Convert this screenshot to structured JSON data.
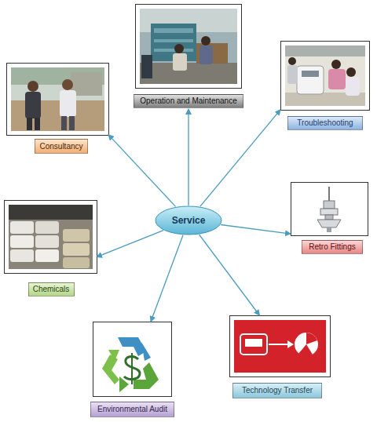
{
  "diagram": {
    "nodes": [
      {
        "text": [
          "Operation and Maintenance"
        ]
      },
      {
        "text": [
          "Troubleshooting"
        ]
      },
      {
        "text": [
          "Consultancy"
        ]
      },
      {
        "text": [
          "Service"
        ]
      },
      {
        "text": [
          "Retro Fittings"
        ]
      },
      {
        "text": [
          "Chemicals"
        ]
      },
      {
        "text": [
          "Technology Transfer"
        ]
      },
      {
        "text": [
          "Environmental Audit"
        ]
      }
    ],
    "edges": [
      {
        "from": 3,
        "to": 0,
        "arrow": "to"
      },
      {
        "from": 3,
        "to": 1,
        "arrow": "to"
      },
      {
        "from": 3,
        "to": 2,
        "arrow": "to"
      },
      {
        "from": 3,
        "to": 4,
        "arrow": "to"
      },
      {
        "from": 3,
        "to": 5,
        "arrow": "to"
      },
      {
        "from": 3,
        "to": 6,
        "arrow": "to"
      },
      {
        "from": 3,
        "to": 7,
        "arrow": "to"
      }
    ]
  }
}
